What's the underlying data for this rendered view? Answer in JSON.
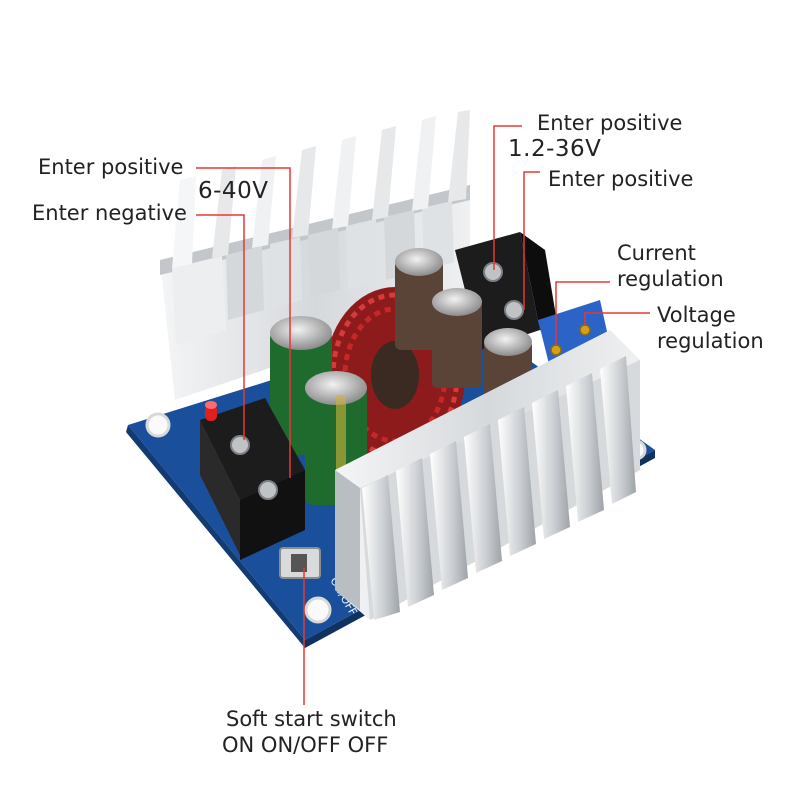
{
  "labels": {
    "in_pos": "Enter positive",
    "in_neg": "Enter negative",
    "in_range": "6-40V",
    "out_pos_top": "Enter positive",
    "out_range": "1.2-36V",
    "out_pos": "Enter positive",
    "current_1": "Current",
    "current_2": "regulation",
    "voltage_1": "Voltage",
    "voltage_2": "regulation",
    "switch_1": "Soft start switch",
    "switch_2": "ON ON/OFF OFF",
    "board_switch": "ON/OFF"
  },
  "colors": {
    "pointer": "#e53935",
    "pcb": "#1a4f9c",
    "heatsink": "#e2e4e6",
    "inductor": "#c62828",
    "terminal": "#1c1c1c"
  }
}
